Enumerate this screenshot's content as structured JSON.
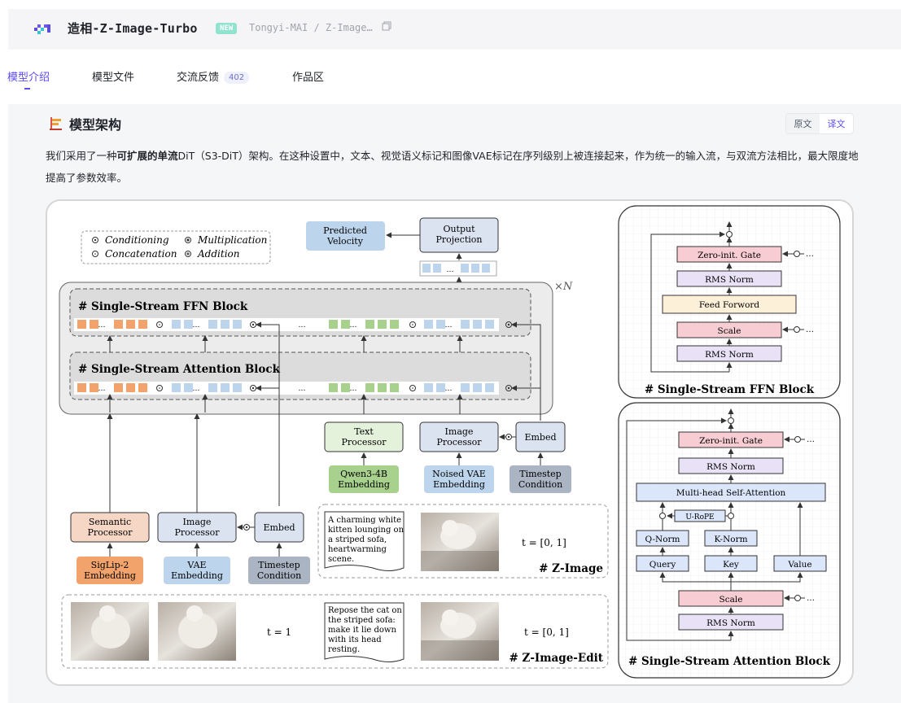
{
  "header": {
    "title": "造相-Z-Image-Turbo",
    "badge": "NEW",
    "org": "Tongyi-MAI / Z-Image…"
  },
  "tabs": [
    {
      "label": "模型介绍"
    },
    {
      "label": "模型文件"
    },
    {
      "label": "交流反馈",
      "count": "402"
    },
    {
      "label": "作品区"
    }
  ],
  "section": {
    "title": "模型架构",
    "toggle_original": "原文",
    "toggle_translated": "译文",
    "para_part1": "我们采用了一种",
    "para_bold": "可扩展的单流",
    "para_part2": "DiT（S3-DiT）架构。在这种设置中，文本、视觉语义标记和图像VAE标记在序列级别上被连接起来，作为统一的输入流，与双流方法相比，最大限度地提高了参数效率。"
  },
  "figure": {
    "legend": {
      "conditioning": "Conditioning",
      "multiplication": "Multiplication",
      "concatenation": "Concatenation",
      "addition": "Addition"
    },
    "predicted_velocity": "Predicted\nVelocity",
    "output_projection": "Output\nProjection",
    "repeat": "×N",
    "ffn_block": "# Single-Stream FFN Block",
    "attn_block": "# Single-Stream Attention Block",
    "text_processor": "Text\nProcessor",
    "image_processor_top": "Image\nProcessor",
    "embed_top": "Embed",
    "qwen": "Qwen3-4B\nEmbedding",
    "noised_vae": "Noised VAE\nEmbedding",
    "timestep_top": "Timestep\nCondition",
    "semantic_processor": "Semantic\nProcessor",
    "image_processor_bottom": "Image\nProcessor",
    "embed_bottom": "Embed",
    "siglip": "SigLip-2\nEmbedding",
    "vae": "VAE\nEmbedding",
    "timestep_bottom": "Timestep\nCondition",
    "zimage_prompt": "A charming white\nkitten lounging on\na striped sofa,\nheartwarming\nscene.",
    "zimage_t": "t = [0, 1]",
    "zimage_label": "# Z-Image",
    "edit_t1": "t = 1",
    "edit_prompt": "Repose the cat on\nthe striped sofa:\nmake it lie down\nwith its head\nresting.",
    "edit_t": "t = [0, 1]",
    "edit_label": "# Z-Image-Edit",
    "ffn_detail": {
      "gate": "Zero-init. Gate",
      "rms1": "RMS Norm",
      "ffw": "Feed Forword",
      "scale": "Scale",
      "rms2": "RMS Norm",
      "caption": "# Single-Stream FFN Block"
    },
    "attn_detail": {
      "gate": "Zero-init. Gate",
      "rms1": "RMS Norm",
      "mhsa": "Multi-head Self-Attention",
      "rope": "U-RoPE",
      "qnorm": "Q-Norm",
      "knorm": "K-Norm",
      "query": "Query",
      "key": "Key",
      "value": "Value",
      "scale": "Scale",
      "rms2": "RMS Norm",
      "caption": "# Single-Stream Attention Block"
    },
    "dots": "…",
    "colors": {
      "blue_box": "#bcd5ec",
      "peach": "#f6d6c4",
      "orange": "#f2a36b",
      "green_light": "#e4f2dc",
      "green": "#a9d18e",
      "slate": "#aab4c3",
      "pink": "#f7ccd3",
      "lavender": "#e9e2f7",
      "cream": "#fdf0d8",
      "periwinkle": "#dbe6fb"
    }
  }
}
